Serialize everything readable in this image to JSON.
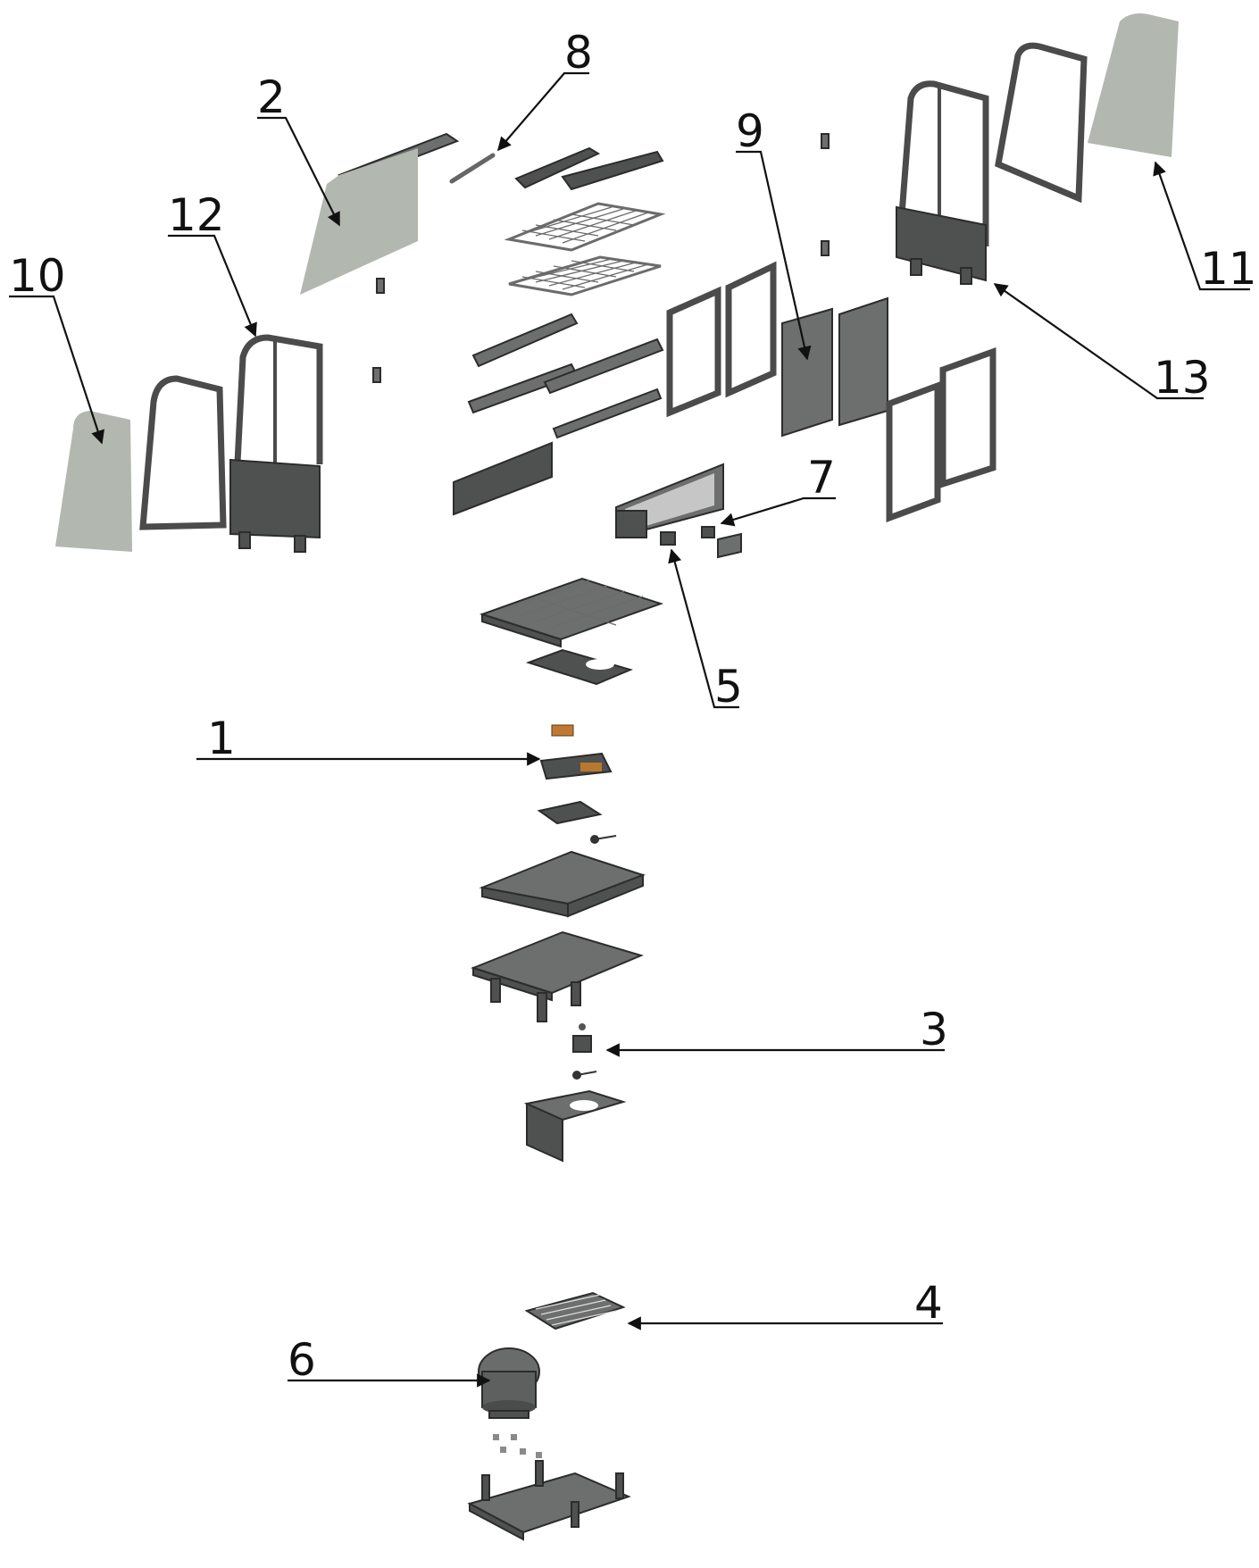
{
  "diagram": {
    "labels": [
      {
        "id": "1",
        "text": "1"
      },
      {
        "id": "2",
        "text": "2"
      },
      {
        "id": "3",
        "text": "3"
      },
      {
        "id": "4",
        "text": "4"
      },
      {
        "id": "5",
        "text": "5"
      },
      {
        "id": "6",
        "text": "6"
      },
      {
        "id": "7",
        "text": "7"
      },
      {
        "id": "8",
        "text": "8"
      },
      {
        "id": "9",
        "text": "9"
      },
      {
        "id": "10",
        "text": "10"
      },
      {
        "id": "11",
        "text": "11"
      },
      {
        "id": "12",
        "text": "12"
      },
      {
        "id": "13",
        "text": "13"
      }
    ],
    "colors": {
      "panel_fill": "#b2b7b0",
      "part_dark": "#4f5050",
      "part_mid": "#6d6e6e",
      "leader_line": "#111111"
    }
  }
}
